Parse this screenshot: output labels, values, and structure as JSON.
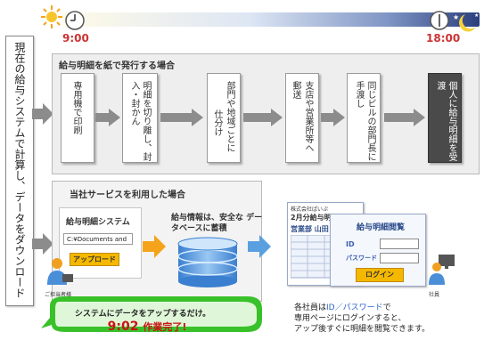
{
  "timeline": {
    "start_time": "9:00",
    "end_time": "18:00"
  },
  "left_label": "現在の給与システムで計算し、データをダウンロード",
  "paper_section": {
    "title": "給与明細を紙で発行する場合",
    "steps": [
      "専用機で印刷",
      "明細を切り離し、封入・封かん",
      "仕分け",
      "部門や地域ごとに",
      "郵送",
      "支店や営業所等へ",
      "同じビルの部門長に手渡し",
      "個人に給与明細を受渡"
    ]
  },
  "service_section": {
    "title": "当社サービスを利用した場合",
    "panel_title": "給与明細システム",
    "path_value": "C:¥Documents and",
    "upload_label": "アップロード",
    "person_label": "ご担当者様",
    "db_caption": "給与情報は、安全な データベースに蓄積",
    "note_line1": "システムにデータをアップするだけ。",
    "note_time": "9:02",
    "note_done": "作業完了!"
  },
  "employee_view": {
    "company": "株式会社ぱいぷ",
    "doc_title": "2月分給与明細",
    "dept_name": "営業部 山田 太",
    "viewer_title": "給与明細閲覧",
    "id_label": "ID",
    "password_label": "パスワード",
    "login_label": "ログイン",
    "person_label": "社員",
    "desc_line1_pre": "各社員は",
    "desc_line1_hl": "ID／パスワード",
    "desc_line1_post": "で",
    "desc_line2": "専用ページにログインすると、",
    "desc_line3": "アップ後すぐに明細を閲覧できます。"
  },
  "colors": {
    "arrow_gray": "#8c8c8c",
    "arrow_orange": "#f5a31a",
    "arrow_blue": "#5aa0e0",
    "note_green": "#39c12a",
    "time_red": "#c81414"
  }
}
